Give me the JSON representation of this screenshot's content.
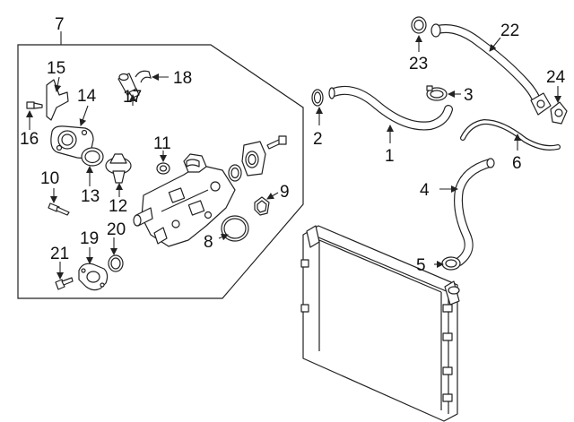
{
  "callouts": {
    "c1": "1",
    "c2": "2",
    "c3": "3",
    "c4": "4",
    "c5": "5",
    "c6": "6",
    "c7": "7",
    "c8": "8",
    "c9": "9",
    "c10": "10",
    "c11": "11",
    "c12": "12",
    "c13": "13",
    "c14": "14",
    "c15": "15",
    "c16": "16",
    "c17": "17",
    "c18": "18",
    "c19": "19",
    "c20": "20",
    "c21": "21",
    "c22": "22",
    "c23": "23",
    "c24": "24"
  },
  "colors": {
    "line": "#222222",
    "background": "#ffffff"
  }
}
